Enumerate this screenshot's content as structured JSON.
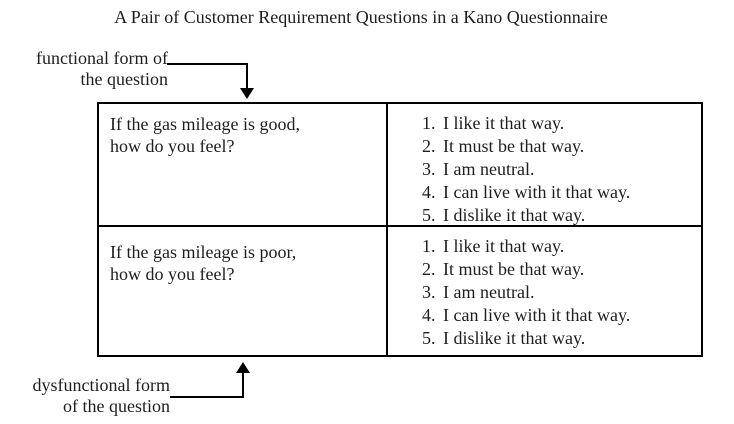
{
  "title": "A Pair of Customer Requirement Questions in a Kano Questionnaire",
  "labels": {
    "functional": {
      "line1": "functional form of",
      "line2": "the question"
    },
    "dysfunctional": {
      "line1": "dysfunctional form",
      "line2": "of the question"
    }
  },
  "table": {
    "rows": [
      {
        "question_line1": "If the gas mileage is good,",
        "question_line2": "how do you feel?",
        "options": [
          {
            "num": "1.",
            "text": "I like it that way."
          },
          {
            "num": "2.",
            "text": "It must be that way."
          },
          {
            "num": "3.",
            "text": "I am neutral."
          },
          {
            "num": "4.",
            "text": "I can live with it that way."
          },
          {
            "num": "5.",
            "text": "I dislike it that way."
          }
        ]
      },
      {
        "question_line1": "If the gas mileage is poor,",
        "question_line2": "how do you feel?",
        "options": [
          {
            "num": "1.",
            "text": "I like it that way."
          },
          {
            "num": "2.",
            "text": "It must be that way."
          },
          {
            "num": "3.",
            "text": "I am neutral."
          },
          {
            "num": "4.",
            "text": "I can live with it that way."
          },
          {
            "num": "5.",
            "text": "I dislike it that way."
          }
        ]
      }
    ]
  },
  "colors": {
    "text": "#1e1e1e",
    "line": "#000000",
    "background": "#ffffff"
  }
}
